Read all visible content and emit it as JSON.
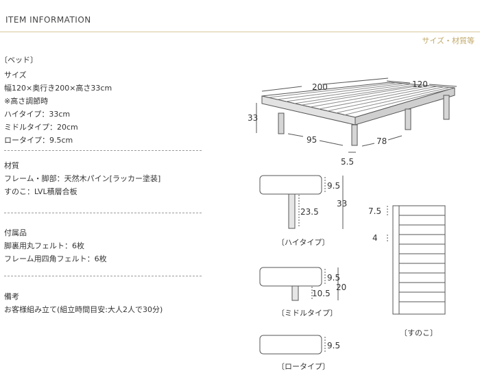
{
  "header": {
    "title": "ITEM INFORMATION",
    "section": "サイズ・材質等"
  },
  "spec": {
    "category": "〔ベッド〕",
    "size": {
      "heading": "サイズ",
      "lines": [
        "幅120×奥行き200×高さ33cm",
        "※高さ調節時",
        "ハイタイプ：33cm",
        "ミドルタイプ：20cm",
        "ロータイプ：9.5cm"
      ]
    },
    "material": {
      "heading": "材質",
      "lines": [
        "フレーム・脚部：天然木パイン[ラッカー塗装]",
        "すのこ：LVL積層合板"
      ]
    },
    "accessories": {
      "heading": "付属品",
      "lines": [
        "脚裏用丸フェルト：6枚",
        "フレーム用四角フェルト：6枚"
      ]
    },
    "notes": {
      "heading": "備考",
      "lines": [
        "お客様組み立て(組立時間目安:大人2人で30分)"
      ]
    }
  },
  "diagrams": {
    "bed": {
      "length": "200",
      "width": "120",
      "height": "33",
      "leg_span_long": "95",
      "leg_span_short": "78",
      "leg_size": "5.5"
    },
    "high": {
      "label": "〔ハイタイプ〕",
      "frame": "9.5",
      "leg": "23.5",
      "total": "33"
    },
    "middle": {
      "label": "〔ミドルタイプ〕",
      "frame": "9.5",
      "leg": "10.5",
      "total": "20"
    },
    "low": {
      "label": "〔ロータイプ〕",
      "frame": "9.5"
    },
    "slats": {
      "label": "〔すのこ〕",
      "slat": "7.5",
      "gap": "4"
    }
  }
}
